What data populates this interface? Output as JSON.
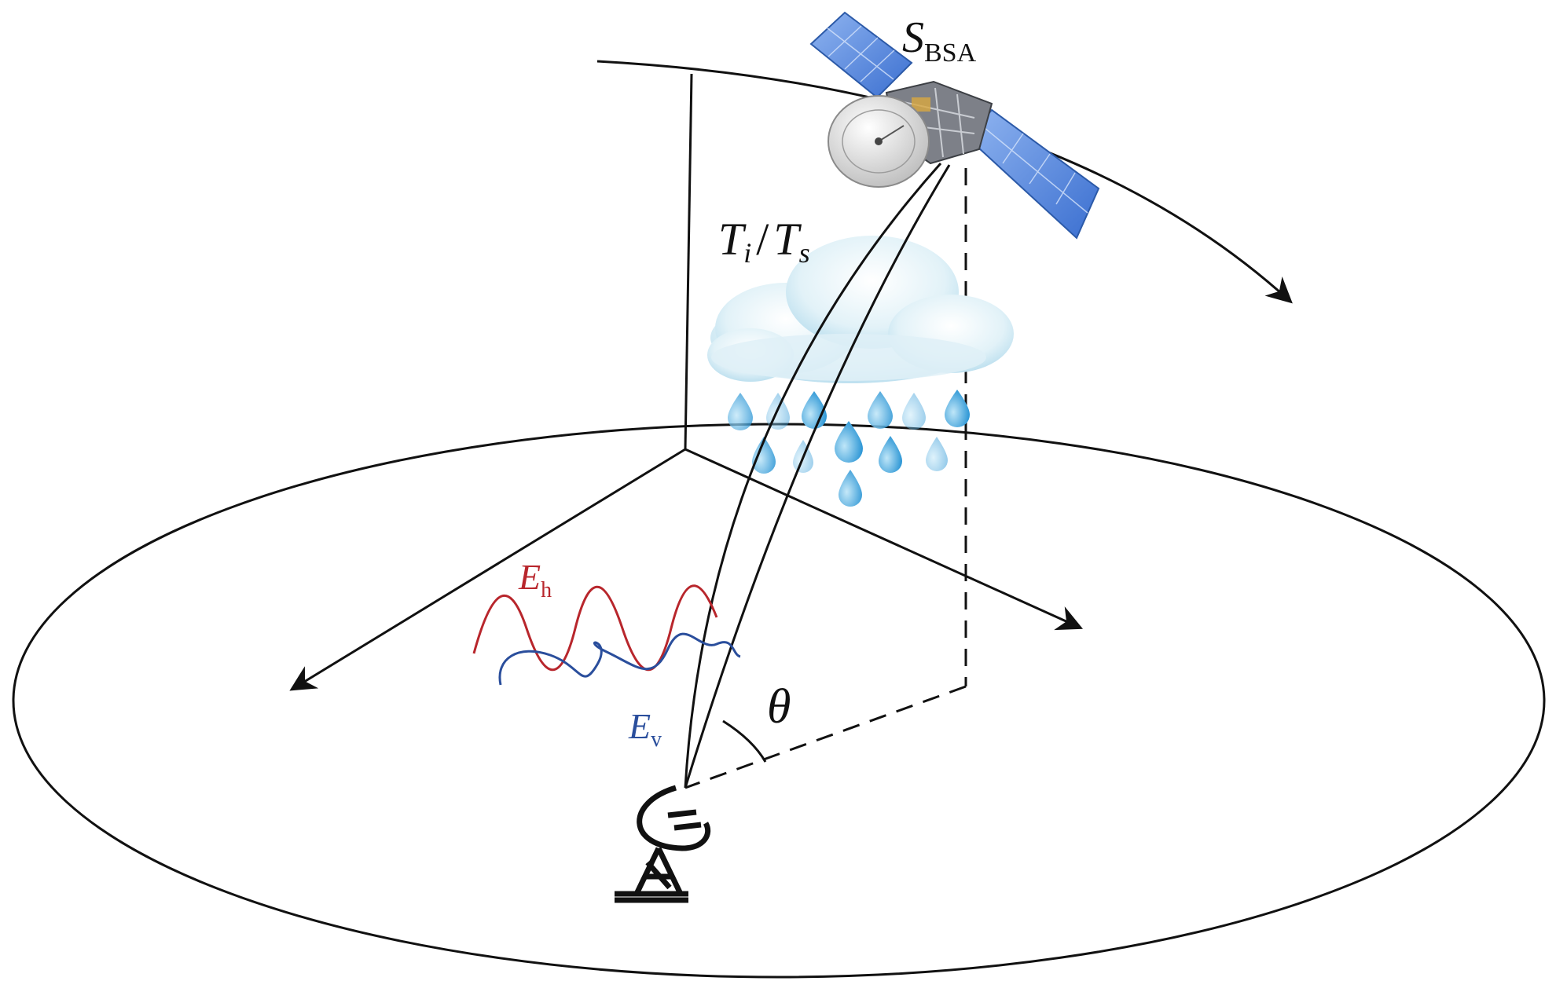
{
  "labels": {
    "satellite_main": "S",
    "satellite_sub": "BSA",
    "temperature_t1": "T",
    "temperature_sub1": "i",
    "temperature_slash": "/",
    "temperature_t2": "T",
    "temperature_sub2": "s",
    "field_h_main": "E",
    "field_h_sub": "h",
    "field_v_main": "E",
    "field_v_sub": "v",
    "angle": "θ"
  },
  "colors": {
    "line": "#111111",
    "field_h": "#b8262c",
    "field_v": "#2a4e9c",
    "solar_panel": "#4a7fd8",
    "solar_panel_light": "#8fb4f0",
    "cloud": "#cfe9f2",
    "raindrop": "#3ea6dc",
    "dish": "#e9e9e9"
  },
  "icons": [
    "satellite-icon",
    "cloud-icon",
    "raindrop-icon",
    "ground-station-antenna-icon"
  ]
}
